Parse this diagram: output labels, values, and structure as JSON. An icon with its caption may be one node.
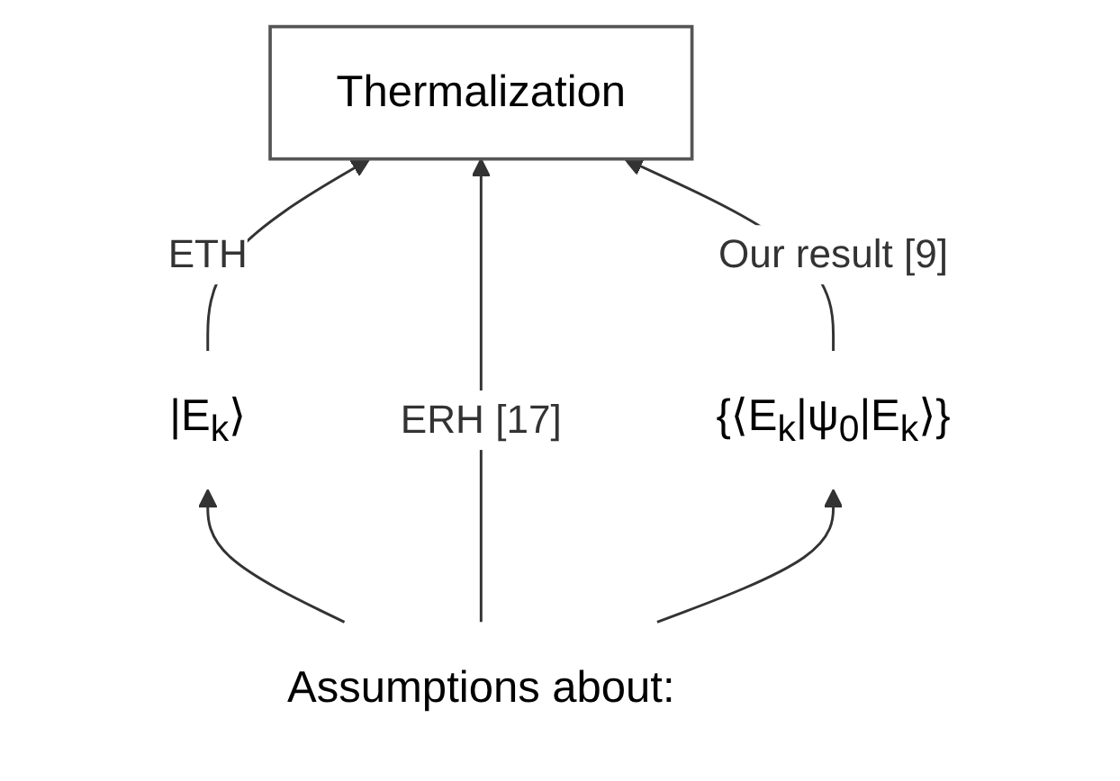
{
  "diagram": {
    "nodes": [
      {
        "text": [
          "Thermalization"
        ]
      },
      {
        "text": [
          "|E$_{k}$⟩"
        ]
      },
      {
        "text": [
          "{⟨E$_{k}$|ψ$_{0}$|E$_{k}$⟩}"
        ]
      },
      {
        "text": [
          "Assumptions about:"
        ]
      }
    ],
    "edges": [
      {
        "from": 1,
        "to": 0,
        "arrow": "to",
        "label": "ETH"
      },
      {
        "from": 3,
        "to": 0,
        "arrow": "to",
        "label": "ERH [17]"
      },
      {
        "from": 2,
        "to": 0,
        "arrow": "to",
        "label": "Our result [9]"
      },
      {
        "from": 3,
        "to": 1,
        "arrow": "to"
      },
      {
        "from": 3,
        "to": 2,
        "arrow": "to"
      }
    ]
  }
}
